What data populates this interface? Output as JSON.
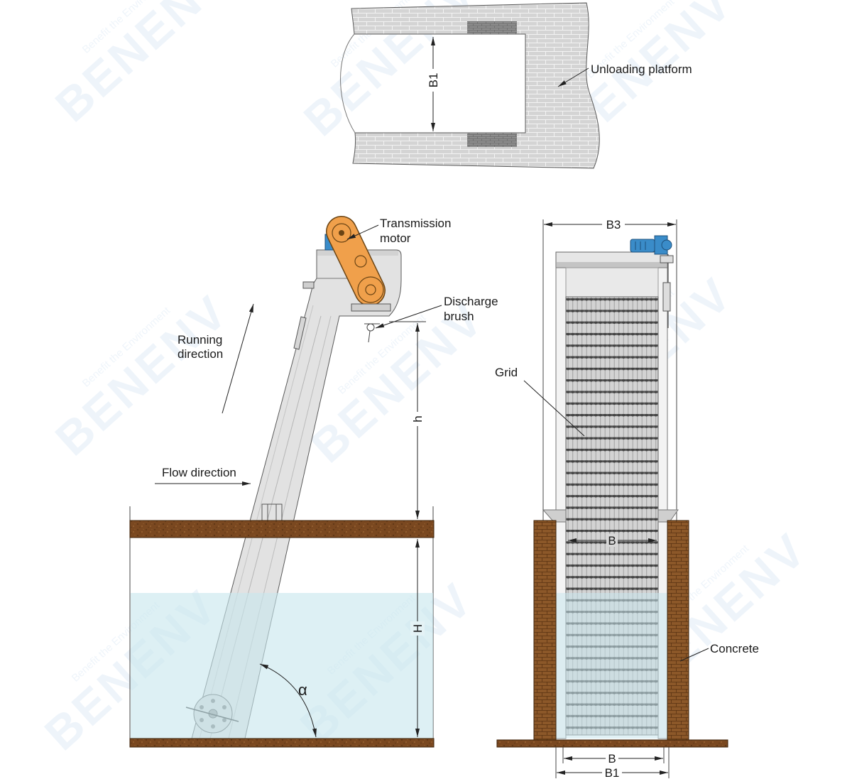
{
  "plan_view": {
    "dimension_label": "B1",
    "platform_label": "Unloading platform"
  },
  "side_view": {
    "motor_label": [
      "Transmission",
      "motor"
    ],
    "brush_label": [
      "Discharge",
      "brush"
    ],
    "running_label": [
      "Running",
      "direction"
    ],
    "flow_label": "Flow direction",
    "upper_height_label": "h",
    "water_height_label": "H",
    "angle_label": "α"
  },
  "front_view": {
    "overall_width_label": "B3",
    "grid_label": "Grid",
    "grid_width_label": "B",
    "concrete_label": "Concrete",
    "bottom_grid_width_label": "B",
    "channel_width_label": "B1"
  },
  "watermark": {
    "brand": "BENENV",
    "tagline": "Benefit the Environment"
  },
  "colors": {
    "water": "#c8e6ed",
    "drive_arm": "#f0a04b",
    "motor": "#3a8cc9",
    "equipment": "#e2e2e2"
  }
}
